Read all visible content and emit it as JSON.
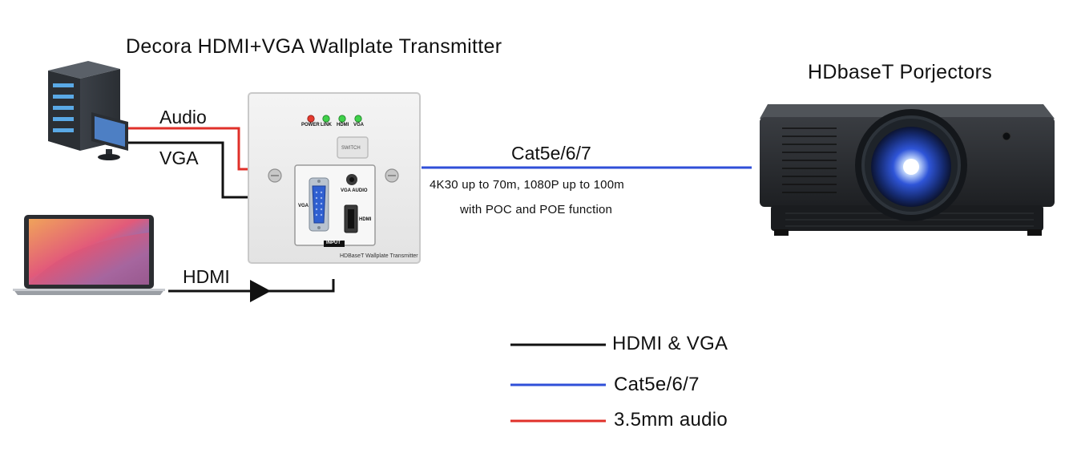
{
  "transmitter_title": "Decora HDMI+VGA Wallplate Transmitter",
  "projector_title": "HDbaseT Porjectors",
  "labels": {
    "audio": "Audio",
    "vga": "VGA",
    "hdmi": "HDMI",
    "cat": "Cat5e/6/7"
  },
  "link_spec": {
    "line1": "4K30 up to 70m, 1080P up to 100m",
    "line2": "with POC and POE function"
  },
  "wallplate": {
    "leds": [
      "POWER",
      "LINK",
      "HDMI",
      "VGA"
    ],
    "switch": "SWITCH",
    "port_vga": "VGA",
    "port_vga_audio": "VGA AUDIO",
    "port_hdmi": "HDMI",
    "input": "INPUT",
    "brand": "HDBaseT Wallplate Transmitter"
  },
  "legend": [
    {
      "label": "HDMI & VGA",
      "color": "#111111"
    },
    {
      "label": "Cat5e/6/7",
      "color": "#2f4fd8"
    },
    {
      "label": "3.5mm audio",
      "color": "#e0302a"
    }
  ],
  "colors": {
    "hdmi_vga": "#111111",
    "cat": "#2f4fd8",
    "audio": "#e0302a",
    "led_red": "#e53a2e",
    "led_green": "#3fd14a"
  }
}
